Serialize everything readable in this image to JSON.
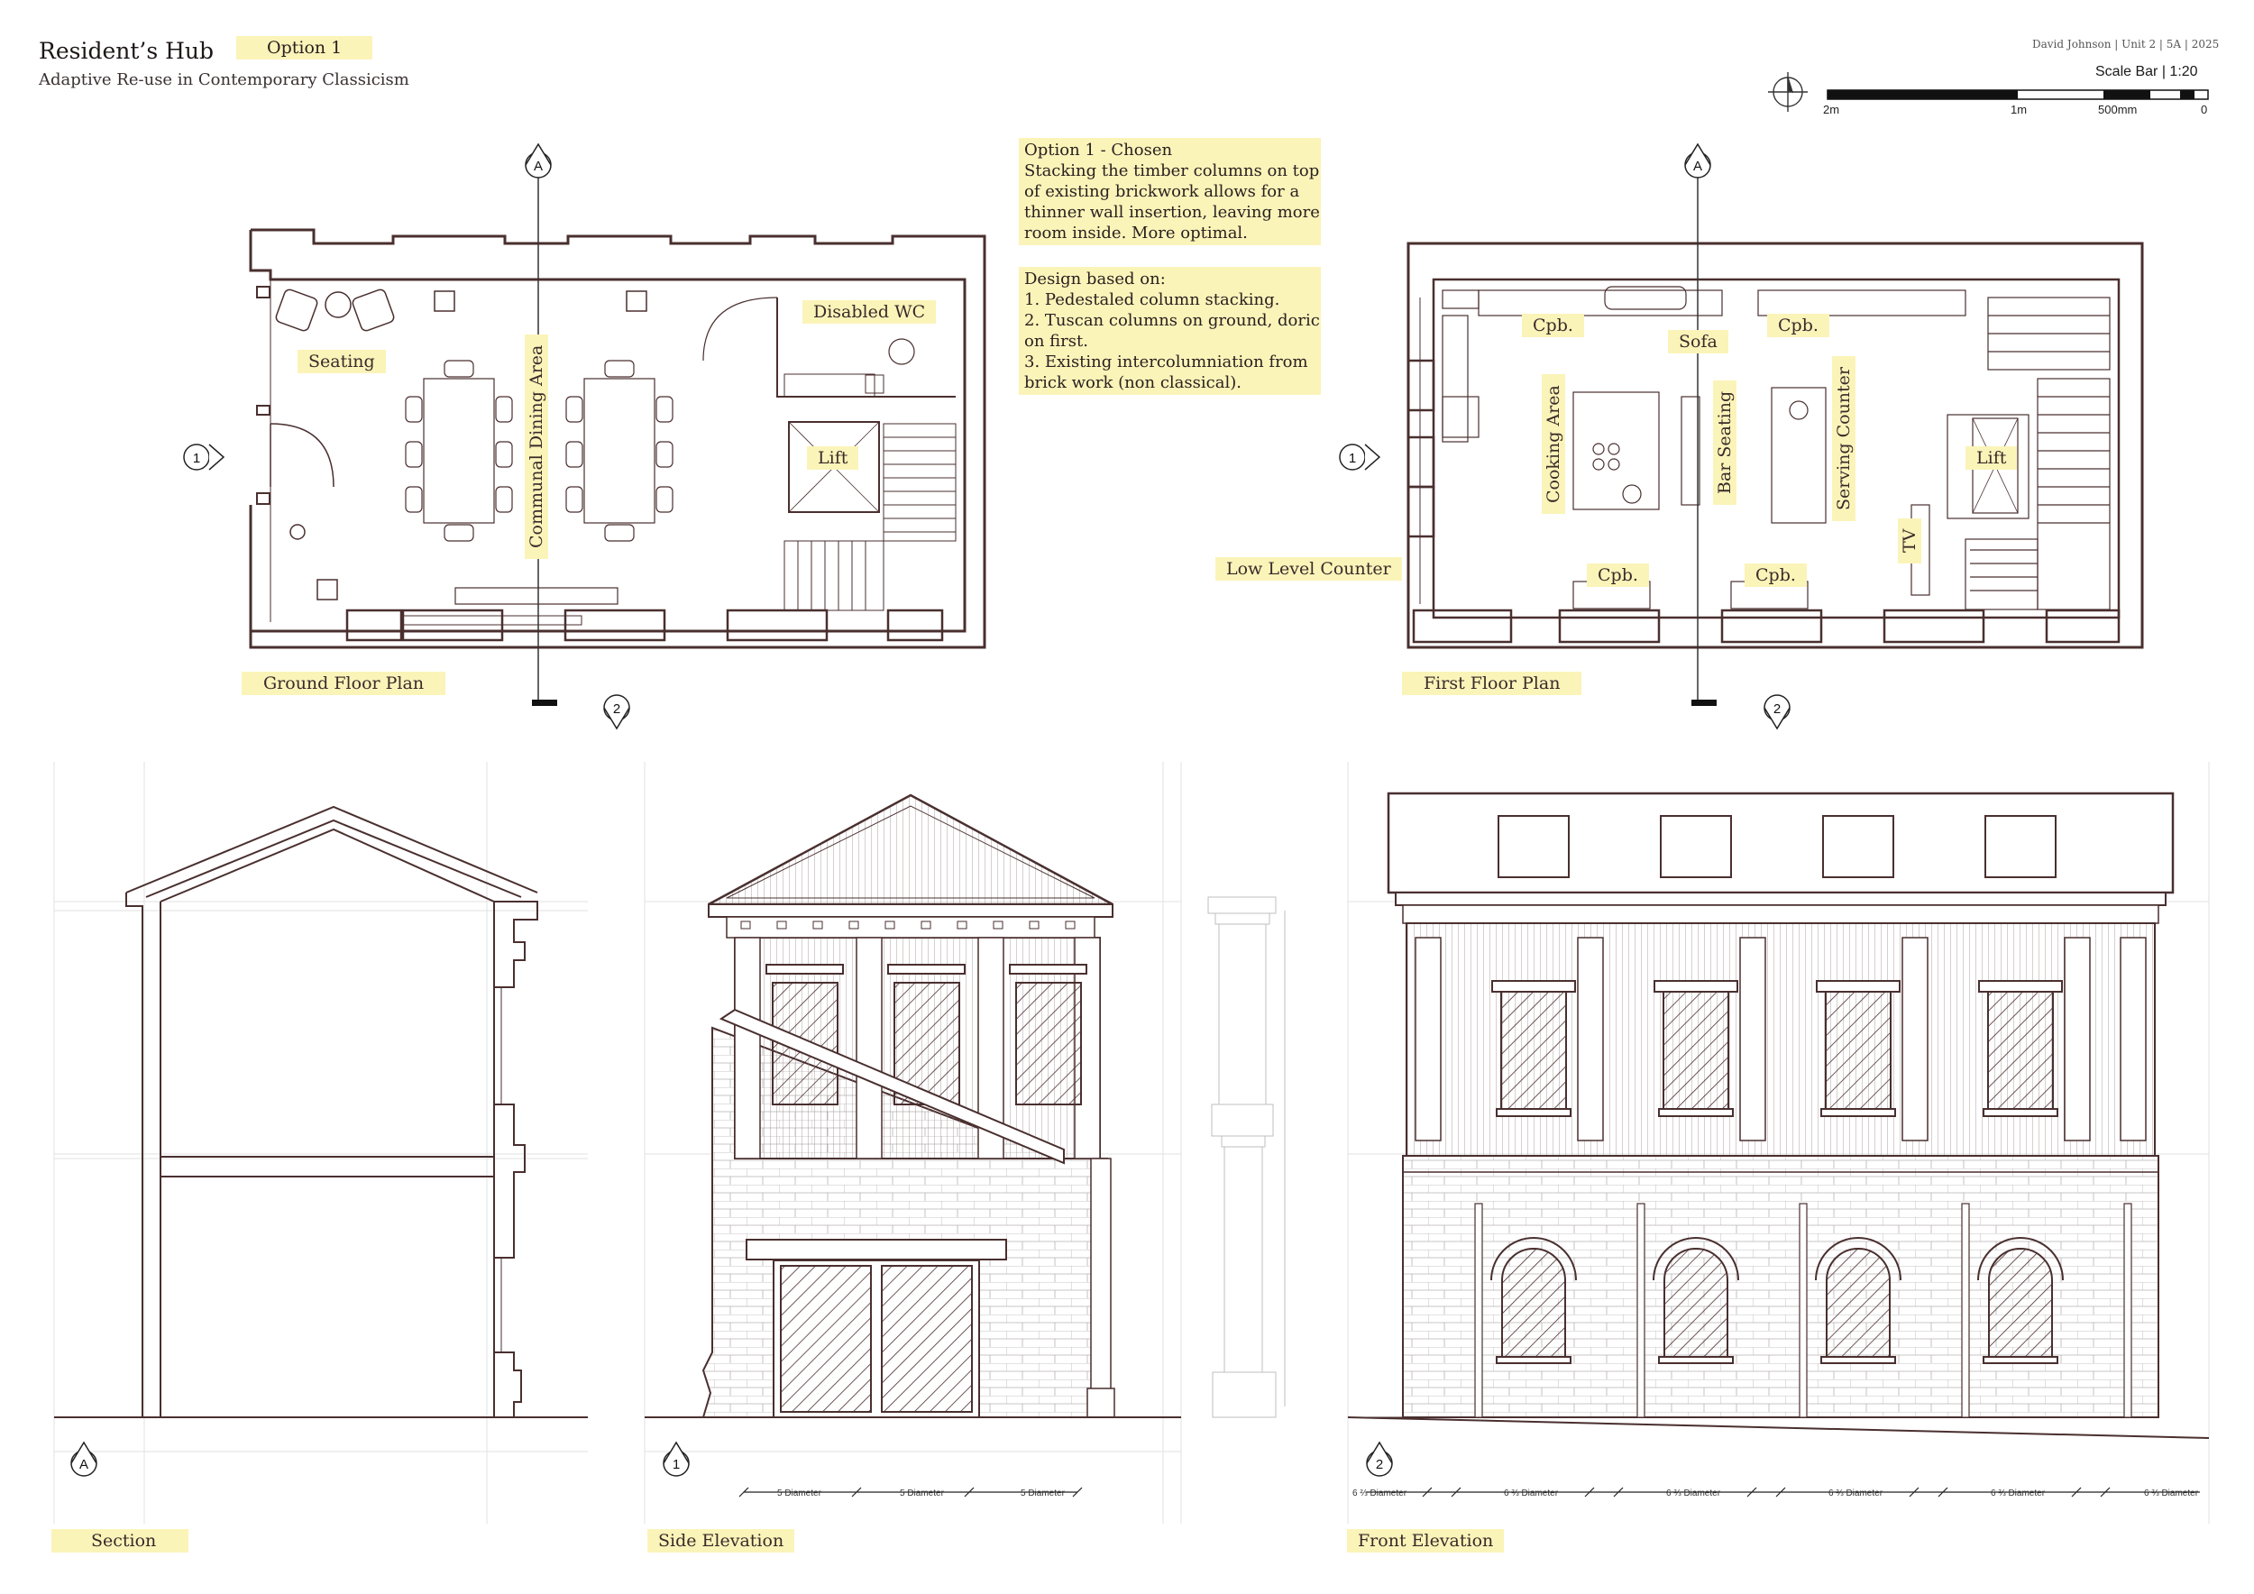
{
  "header": {
    "title": "Resident’s Hub",
    "subtitle": "Adaptive Re-use in Contemporary Classicism",
    "option_tag": "Option 1",
    "credit": "David Johnson | Unit 2 | 5A | 2025"
  },
  "scale_bar": {
    "title": "Scale Bar | 1:20",
    "labels": [
      "2m",
      "1m",
      "500mm",
      "0"
    ]
  },
  "notes": {
    "chosen": [
      "Option 1 - Chosen",
      "Stacking the timber columns on top",
      "of existing brickwork allows for a",
      "thinner wall insertion, leaving more",
      "room inside. More optimal."
    ],
    "design": [
      "Design based on:",
      "1. Pedestaled column stacking.",
      "2. Tuscan columns on ground, doric",
      "on first.",
      "3. Existing intercolumniation from",
      "brick work (non classical)."
    ]
  },
  "ground_floor": {
    "title": "Ground Floor Plan",
    "rooms": {
      "seating": "Seating",
      "dining": "Communal Dining Area",
      "wc": "Disabled WC",
      "lift": "Lift"
    },
    "markers": {
      "section": "A",
      "side": "1",
      "front": "2"
    }
  },
  "first_floor": {
    "title": "First Floor Plan",
    "rooms": {
      "cpb_left": "Cpb.",
      "sofa": "Sofa",
      "cpb_right": "Cpb.",
      "cooking": "Cooking Area",
      "bar": "Bar Seating",
      "serving": "Serving Counter",
      "lift": "Lift",
      "tv": "TV",
      "cpb_bottom_left": "Cpb.",
      "cpb_bottom_right": "Cpb.",
      "low_counter": "Low Level Counter"
    },
    "markers": {
      "section": "A",
      "side": "1",
      "front": "2"
    }
  },
  "drawings": {
    "section": {
      "title": "Section",
      "marker": "A"
    },
    "side": {
      "title": "Side Elevation",
      "marker": "1",
      "dims": [
        "5 Diameter",
        "5 Diameter",
        "5 Diameter"
      ]
    },
    "front": {
      "title": "Front Elevation",
      "marker": "2",
      "dims": [
        "6 ⅔ Diameter",
        "6 ⅔ Diameter",
        "6 ⅔ Diameter",
        "6 ⅔ Diameter",
        "6 ⅔ Diameter",
        "6 ⅔ Diameter"
      ]
    }
  },
  "colors": {
    "line": "#4a2f2f",
    "highlight": "#fbf4b9",
    "grid": "#dcdcdc"
  }
}
